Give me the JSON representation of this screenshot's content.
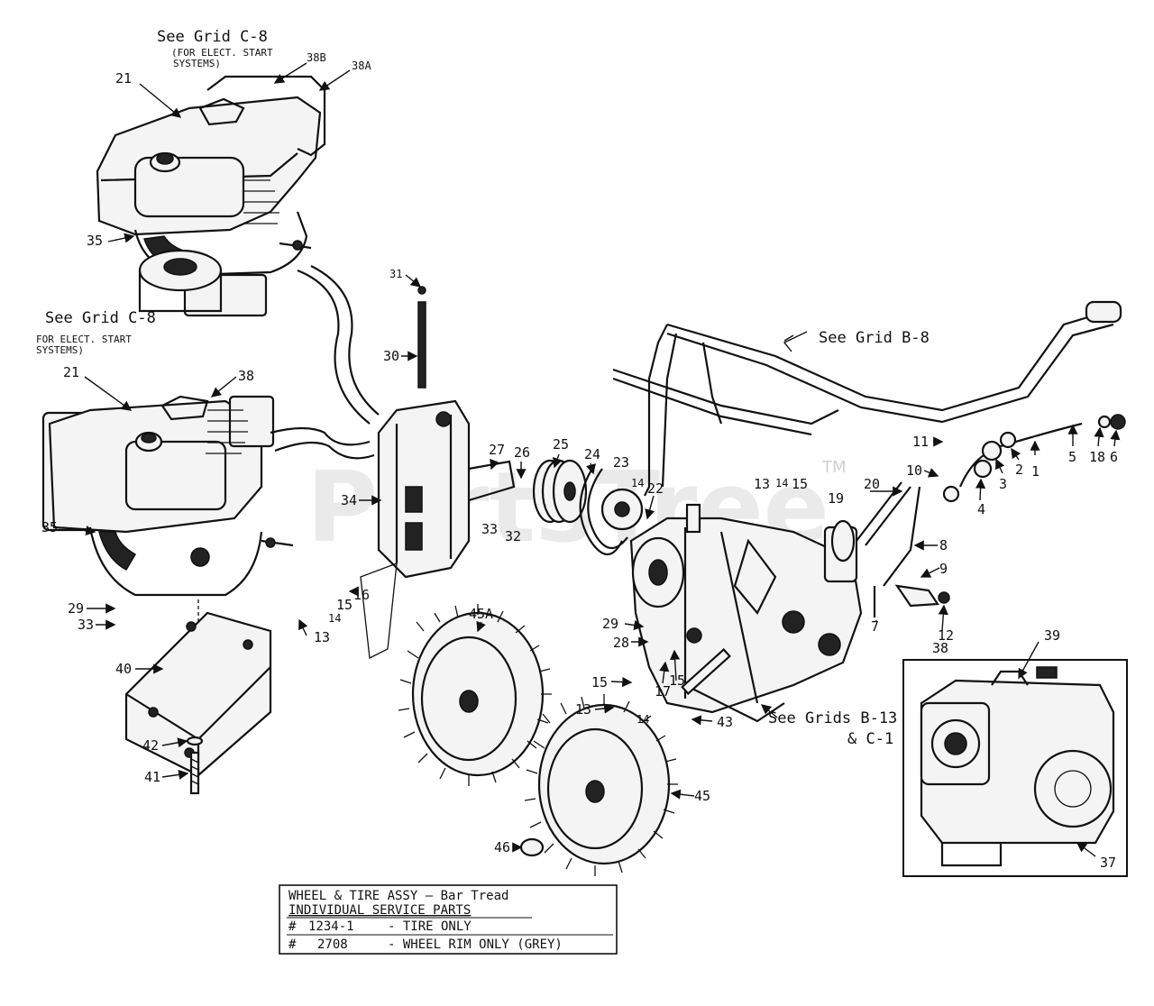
{
  "watermark": {
    "text": "PartsTree",
    "tm": "TM"
  },
  "notes": {
    "grid_c8_top": "See Grid C-8",
    "elect_start_top_1": "(FOR ELECT. START",
    "elect_start_top_2": "SYSTEMS)",
    "grid_c8_mid": "See Grid C-8",
    "elect_start_mid_1": "FOR ELECT. START",
    "elect_start_mid_2": "SYSTEMS)",
    "grid_b8": "See Grid B-8",
    "grids_b13": "See Grids B-13",
    "grids_c1": "& C-1"
  },
  "callouts": [
    {
      "id": "21a",
      "text": "21"
    },
    {
      "id": "38b",
      "text": "38B"
    },
    {
      "id": "38a_top",
      "text": "38A"
    },
    {
      "id": "35a",
      "text": "35"
    },
    {
      "id": "21b",
      "text": "21"
    },
    {
      "id": "38_mid",
      "text": "38"
    },
    {
      "id": "35b",
      "text": "35"
    },
    {
      "id": "29a",
      "text": "29"
    },
    {
      "id": "33a",
      "text": "33"
    },
    {
      "id": "40",
      "text": "40"
    },
    {
      "id": "42",
      "text": "42"
    },
    {
      "id": "41",
      "text": "41"
    },
    {
      "id": "31",
      "text": "31"
    },
    {
      "id": "30",
      "text": "30"
    },
    {
      "id": "34",
      "text": "34"
    },
    {
      "id": "16",
      "text": "16"
    },
    {
      "id": "15a",
      "text": "15"
    },
    {
      "id": "14a",
      "text": "14"
    },
    {
      "id": "13a",
      "text": "13"
    },
    {
      "id": "27",
      "text": "27"
    },
    {
      "id": "26",
      "text": "26"
    },
    {
      "id": "33b",
      "text": "33"
    },
    {
      "id": "32",
      "text": "32"
    },
    {
      "id": "25",
      "text": "25"
    },
    {
      "id": "24",
      "text": "24"
    },
    {
      "id": "23",
      "text": "23"
    },
    {
      "id": "14b",
      "text": "14"
    },
    {
      "id": "22",
      "text": "22"
    },
    {
      "id": "13b",
      "text": "13"
    },
    {
      "id": "14c",
      "text": "14"
    },
    {
      "id": "15b",
      "text": "15"
    },
    {
      "id": "19",
      "text": "19"
    },
    {
      "id": "20",
      "text": "20"
    },
    {
      "id": "11",
      "text": "11"
    },
    {
      "id": "10",
      "text": "10"
    },
    {
      "id": "4",
      "text": "4"
    },
    {
      "id": "3",
      "text": "3"
    },
    {
      "id": "2",
      "text": "2"
    },
    {
      "id": "1",
      "text": "1"
    },
    {
      "id": "5",
      "text": "5"
    },
    {
      "id": "18",
      "text": "18"
    },
    {
      "id": "6",
      "text": "6"
    },
    {
      "id": "8",
      "text": "8"
    },
    {
      "id": "9",
      "text": "9"
    },
    {
      "id": "7",
      "text": "7"
    },
    {
      "id": "12",
      "text": "12"
    },
    {
      "id": "29b",
      "text": "29"
    },
    {
      "id": "28",
      "text": "28"
    },
    {
      "id": "15c",
      "text": "15"
    },
    {
      "id": "17",
      "text": "17"
    },
    {
      "id": "15d",
      "text": "15"
    },
    {
      "id": "13c",
      "text": "13"
    },
    {
      "id": "14d",
      "text": "14"
    },
    {
      "id": "43",
      "text": "43"
    },
    {
      "id": "45a",
      "text": "45A"
    },
    {
      "id": "45",
      "text": "45"
    },
    {
      "id": "46",
      "text": "46"
    },
    {
      "id": "38c",
      "text": "38"
    },
    {
      "id": "39",
      "text": "39"
    },
    {
      "id": "37",
      "text": "37"
    }
  ],
  "table": {
    "title": "WHEEL & TIRE ASSY — Bar Tread",
    "subtitle": "INDIVIDUAL SERVICE PARTS",
    "rows": [
      {
        "symbol": "#",
        "part": "1234-1",
        "desc": "- TIRE ONLY"
      },
      {
        "symbol": "#",
        "part": "2708",
        "desc": "- WHEEL RIM ONLY (GREY)"
      }
    ]
  }
}
